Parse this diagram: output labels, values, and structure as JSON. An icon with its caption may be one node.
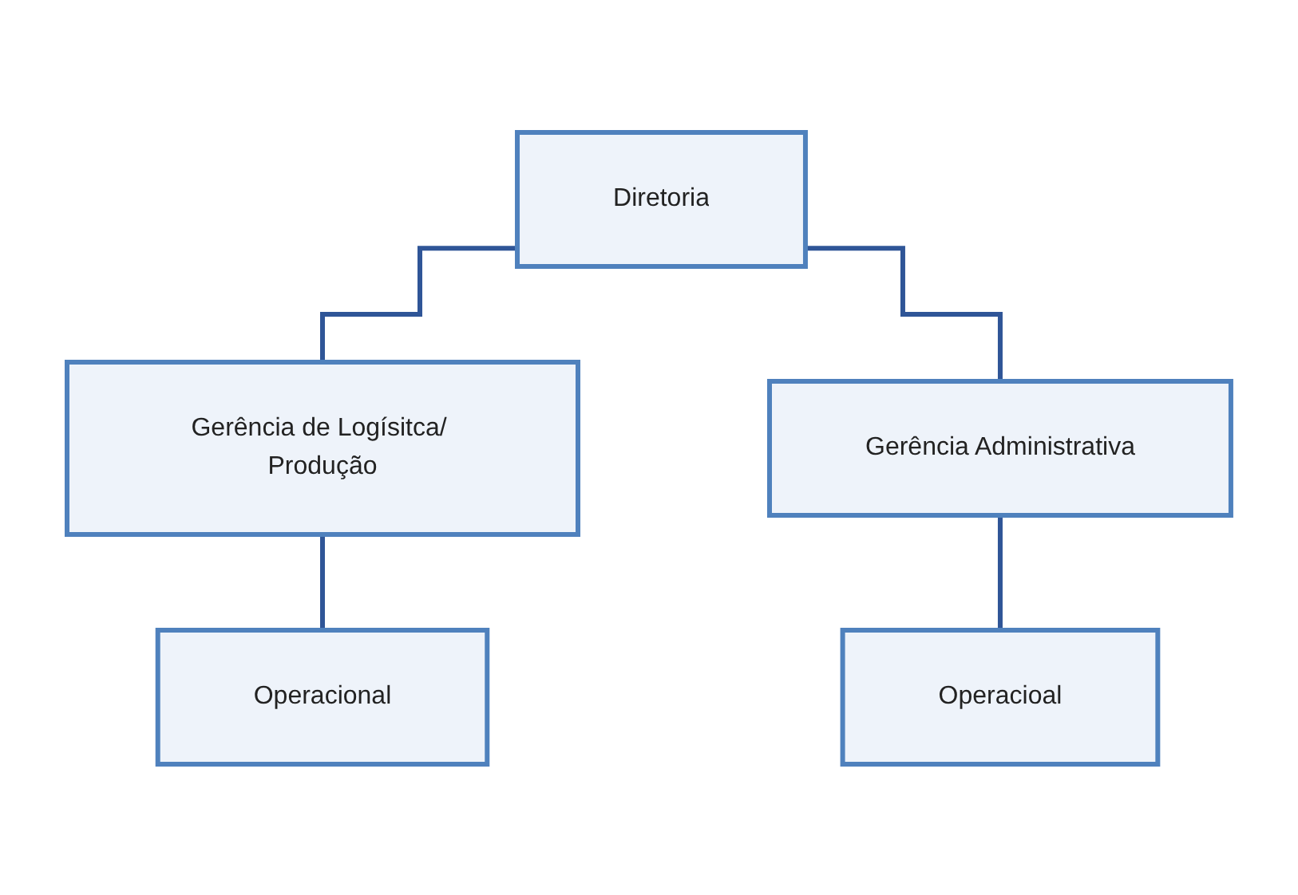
{
  "diagram": {
    "nodes": [
      {
        "text": [
          "Diretoria"
        ]
      },
      {
        "text": [
          "Gerência de Logísitca/ Produção"
        ]
      },
      {
        "text": [
          "Gerência Administrativa"
        ]
      },
      {
        "text": [
          "Operacional"
        ]
      },
      {
        "text": [
          "Operacioal"
        ]
      }
    ],
    "edges": [
      {
        "from": 0,
        "to": 1,
        "arrow": "none"
      },
      {
        "from": 0,
        "to": 2,
        "arrow": "none"
      },
      {
        "from": 1,
        "to": 3,
        "arrow": "none"
      },
      {
        "from": 2,
        "to": 4,
        "arrow": "none"
      }
    ]
  }
}
